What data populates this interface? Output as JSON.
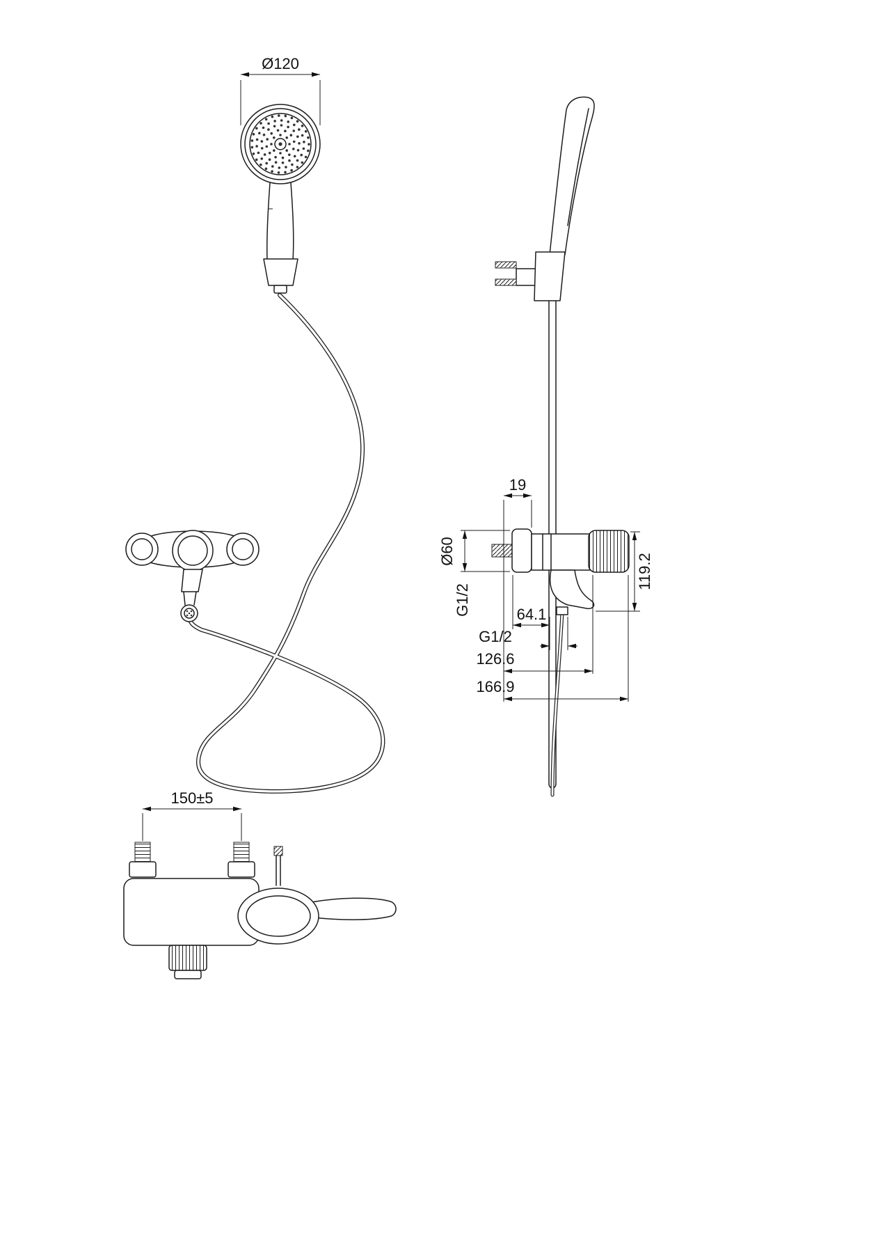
{
  "page": {
    "background": "#ffffff",
    "line_color": "#1c1c1c"
  },
  "views": {
    "hand_shower_front": {
      "dim_head_diameter": "Ø120"
    },
    "mixer_side_view": {
      "dim_offset": "19",
      "dim_escutcheon_diameter": "Ø60",
      "dim_inlet_thread": "G1/2",
      "dim_reach": "64.1",
      "dim_hose_thread": "G1/2",
      "dim_depth_mid": "126.6",
      "dim_depth_total": "166.9",
      "dim_height": "119.2"
    },
    "mixer_top_view": {
      "dim_inlet_spacing": "150±5"
    }
  }
}
